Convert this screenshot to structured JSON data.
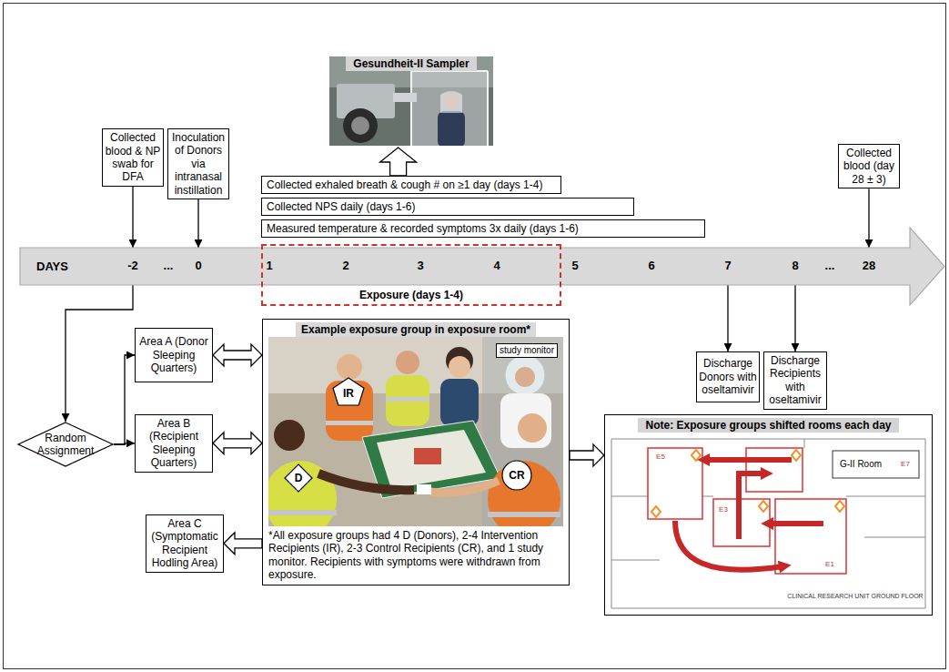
{
  "diagram": {
    "nodes": [
      {
        "text": [
          "Gesundheit-II Sampler"
        ]
      },
      {
        "text": [
          "Collected blood & NP swab for DFA"
        ]
      },
      {
        "text": [
          "Inoculation of Donors via intranasal instillation"
        ]
      },
      {
        "text": [
          "Collected exhaled breath & cough # on ≥1 day (days 1-4)"
        ]
      },
      {
        "text": [
          "Collected NPS daily (days 1-6)"
        ]
      },
      {
        "text": [
          "Measured temperature & recorded symptoms 3x daily (days 1-6)"
        ]
      },
      {
        "text": [
          "Collected blood (day 28 ± 3)"
        ]
      },
      {
        "text": [
          "DAYS"
        ]
      },
      {
        "text": [
          "Exposure (days 1-4)"
        ]
      },
      {
        "text": [
          "Discharge Donors with oseltamivir"
        ]
      },
      {
        "text": [
          "Discharge Recipients with oseltamivir"
        ]
      },
      {
        "text": [
          "Random Assignment"
        ]
      },
      {
        "text": [
          "Area A (Donor Sleeping Quarters)"
        ]
      },
      {
        "text": [
          "Area B (Recipient Sleeping Quarters)"
        ]
      },
      {
        "text": [
          "Area C (Symptomatic Recipient Hodling Area)"
        ]
      },
      {
        "text": [
          "Example exposure group in exposure room*",
          "*All exposure groups had 4 D (Donors), 2-4 Intervention Recipients (IR), 2-3 Control Recipients (CR), and 1 study monitor. Recipients with symptoms were withdrawn from exposure."
        ]
      },
      {
        "text": [
          "study monitor"
        ],
        "in": 15
      },
      {
        "text": [
          "IR"
        ],
        "in": 15
      },
      {
        "text": [
          "D"
        ],
        "in": 15
      },
      {
        "text": [
          "CR"
        ],
        "in": 15
      },
      {
        "text": [
          "Note: Exposure groups shifted rooms each day"
        ]
      }
    ],
    "edges": [
      {
        "from": 3,
        "to": 0,
        "arrow": "to"
      },
      {
        "from": 1,
        "to": 7,
        "arrow": "to"
      },
      {
        "from": 2,
        "to": 7,
        "arrow": "to"
      },
      {
        "from": 6,
        "to": 7,
        "arrow": "to"
      },
      {
        "from": 7,
        "to": 11,
        "arrow": "to"
      },
      {
        "from": 7,
        "to": 9,
        "arrow": "to"
      },
      {
        "from": 7,
        "to": 10,
        "arrow": "to"
      },
      {
        "from": 11,
        "to": 12,
        "arrow": "to"
      },
      {
        "from": 11,
        "to": 13,
        "arrow": "to"
      },
      {
        "from": 12,
        "to": 15,
        "arrow": "both"
      },
      {
        "from": 13,
        "to": 15,
        "arrow": "both"
      },
      {
        "from": 15,
        "to": 14,
        "arrow": "to"
      },
      {
        "from": 15,
        "to": 20,
        "arrow": "to"
      }
    ],
    "labels": [
      "-2",
      "...",
      "0",
      "1",
      "2",
      "3",
      "4",
      "5",
      "6",
      "7",
      "8",
      "...",
      "28",
      "G-II Room",
      "E5",
      "E3",
      "E7",
      "E1",
      "CLINICAL RESEARCH UNIT GROUND FLOOR"
    ]
  }
}
